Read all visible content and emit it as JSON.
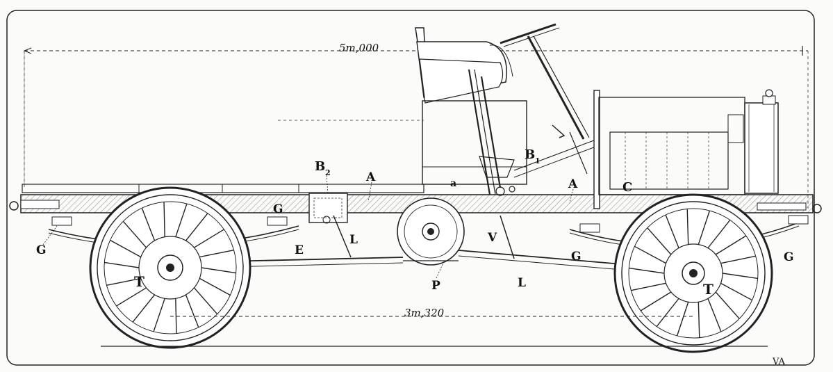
{
  "drawing": {
    "labels": {
      "b2": "B",
      "b2_sub": "2",
      "b1": "B",
      "b1_sub": "1",
      "a_left": "A",
      "a_right": "A",
      "a_small": "a",
      "c": "C",
      "g_rear_far": "G",
      "g_rear_near": "G",
      "g_front_near": "G",
      "g_front_far": "G",
      "e": "E",
      "l_rear": "L",
      "l_front": "L",
      "v": "V",
      "p": "P",
      "t_rear": "T",
      "t_front": "T"
    },
    "dimensions": {
      "overall_length": "5m,000",
      "wheelbase": "3m,320"
    },
    "signature": "VA"
  }
}
